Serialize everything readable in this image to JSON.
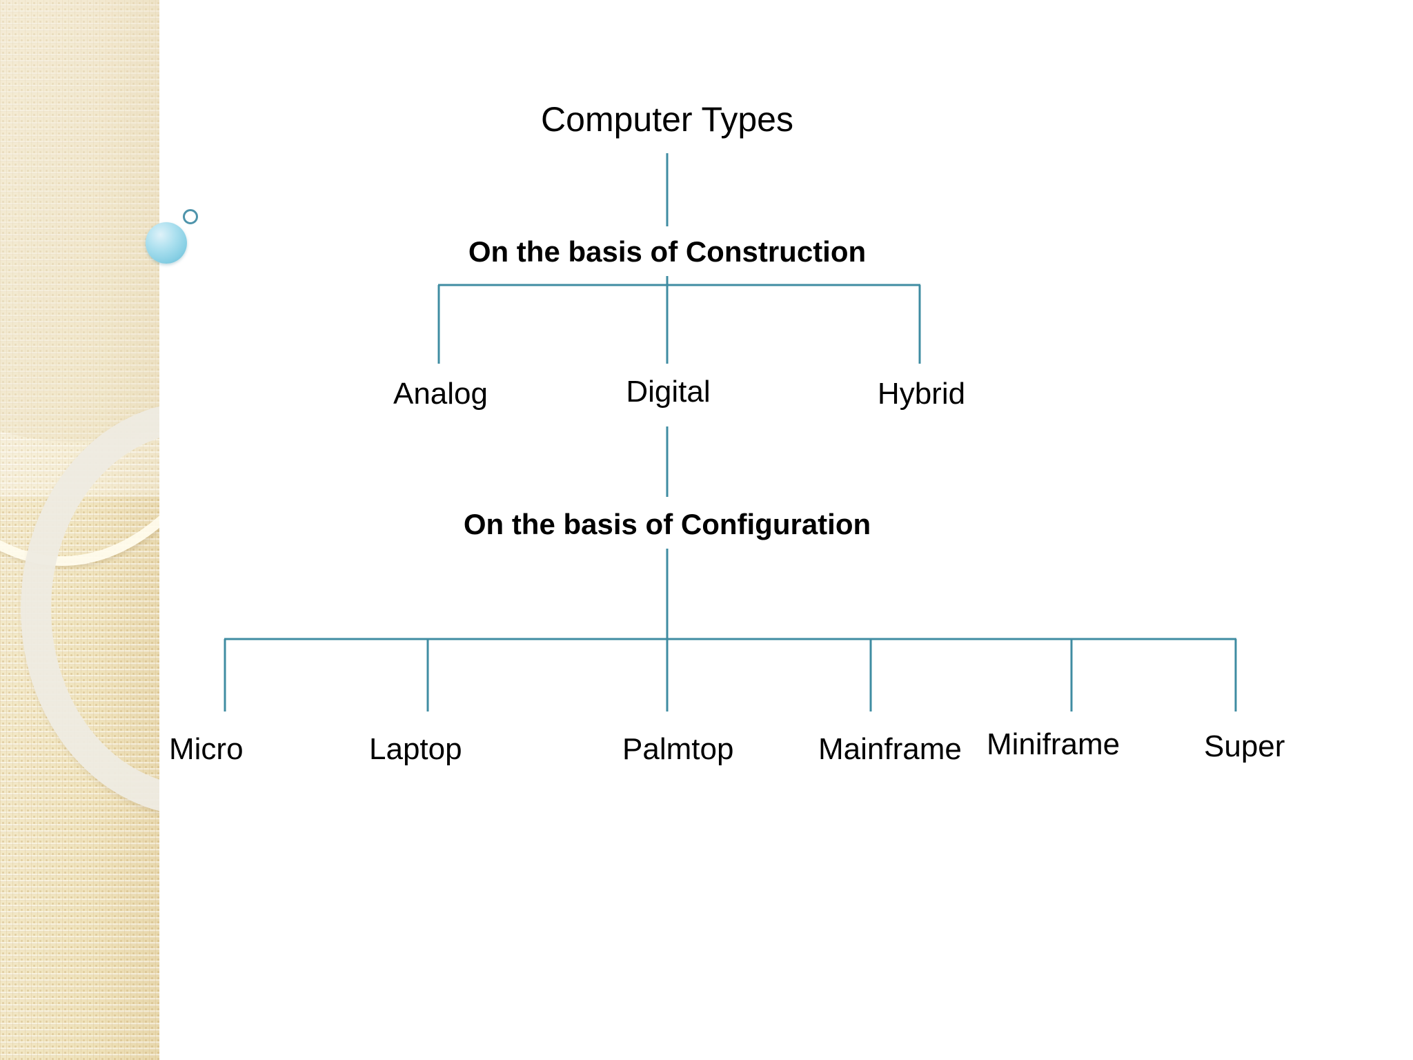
{
  "slide": {
    "background_color": "#ffffff",
    "sidebar_color": "#f2e6c2",
    "connector_color": "#3f8ca2"
  },
  "decor": {
    "bubble_label": "bubble",
    "ring_label": "ring-outline",
    "large_ring_label": "large-ring",
    "thick_ring_label": "thick-ring"
  },
  "diagram": {
    "type": "tree",
    "title": "Computer Types",
    "levels": [
      {
        "label": "On the basis of Construction",
        "bold": true,
        "children": [
          "Analog",
          "Digital",
          "Hybrid"
        ]
      },
      {
        "label": "On the basis of Configuration",
        "bold": true,
        "children": [
          "Micro",
          "Laptop",
          "Palmtop",
          "Mainframe",
          "Miniframe",
          "Super"
        ]
      }
    ],
    "root": "Computer Types",
    "heading_construction": "On the basis of Construction",
    "heading_configuration": "On the basis of Configuration",
    "construction_children": [
      {
        "label": "Analog"
      },
      {
        "label": "Digital"
      },
      {
        "label": "Hybrid"
      }
    ],
    "configuration_children": [
      {
        "label": "Micro"
      },
      {
        "label": "Laptop"
      },
      {
        "label": "Palmtop"
      },
      {
        "label": "Mainframe"
      },
      {
        "label": "Miniframe"
      },
      {
        "label": "Super"
      }
    ]
  }
}
